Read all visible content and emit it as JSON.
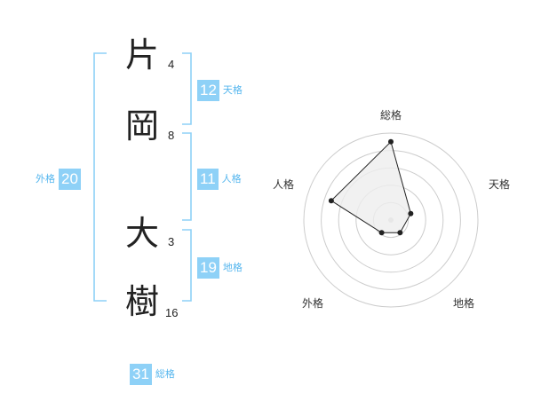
{
  "name": {
    "chars": [
      {
        "char": "片",
        "strokes": "4"
      },
      {
        "char": "岡",
        "strokes": "8"
      },
      {
        "char": "大",
        "strokes": "3"
      },
      {
        "char": "樹",
        "strokes": "16"
      }
    ]
  },
  "fortune": {
    "tenkaku": {
      "value": "12",
      "label": "天格"
    },
    "jinkaku": {
      "value": "11",
      "label": "人格"
    },
    "chikaku": {
      "value": "19",
      "label": "地格"
    },
    "gaikaku": {
      "value": "20",
      "label": "外格"
    },
    "soukaku": {
      "value": "31",
      "label": "総格"
    }
  },
  "chart_data": {
    "type": "radar",
    "axes": [
      "総格",
      "天格",
      "地格",
      "外格",
      "人格"
    ],
    "values": [
      4.5,
      1.2,
      0.9,
      0.9,
      3.6
    ],
    "max": 5,
    "rings": 5,
    "colors": {
      "line": "#222222",
      "fill": "#eeeeee",
      "grid": "#cccccc",
      "center": "#cccccc"
    }
  },
  "colors": {
    "accent": "#8ed1f7",
    "label": "#55b6ee",
    "bracket": "#8ed1f7"
  }
}
